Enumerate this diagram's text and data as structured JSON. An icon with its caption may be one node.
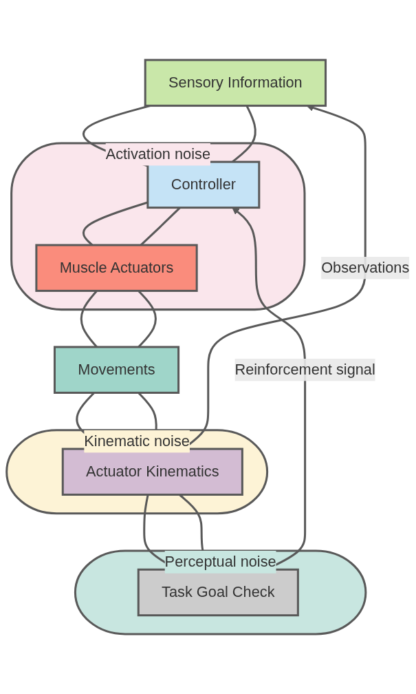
{
  "diagram": {
    "nodes": [
      {
        "text": [
          "Sensory Information"
        ]
      },
      {
        "text": [
          "Activation noise"
        ]
      },
      {
        "text": [
          "Controller"
        ],
        "in": 1
      },
      {
        "text": [
          "Muscle Actuators"
        ],
        "in": 1
      },
      {
        "text": [
          "Movements"
        ]
      },
      {
        "text": [
          "Kinematic noise"
        ]
      },
      {
        "text": [
          "Actuator Kinematics"
        ],
        "in": 5
      },
      {
        "text": [
          "Perceptual noise"
        ]
      },
      {
        "text": [
          "Task Goal Check"
        ],
        "in": 7
      }
    ],
    "edges": [
      {
        "from": 0,
        "to": 2,
        "arrow": "none"
      },
      {
        "from": 0,
        "to": 2,
        "arrow": "none"
      },
      {
        "from": 2,
        "to": 3,
        "arrow": "none"
      },
      {
        "from": 2,
        "to": 3,
        "arrow": "none"
      },
      {
        "from": 3,
        "to": 4,
        "arrow": "none"
      },
      {
        "from": 3,
        "to": 4,
        "arrow": "none"
      },
      {
        "from": 4,
        "to": 6,
        "arrow": "none"
      },
      {
        "from": 4,
        "to": 6,
        "arrow": "none"
      },
      {
        "from": 6,
        "to": 8,
        "arrow": "none"
      },
      {
        "from": 6,
        "to": 8,
        "arrow": "none"
      },
      {
        "from": 6,
        "to": 0,
        "arrow": "to",
        "label": "Observations"
      },
      {
        "from": 8,
        "to": 2,
        "arrow": "to",
        "label": "Reinforcement signal"
      }
    ]
  }
}
